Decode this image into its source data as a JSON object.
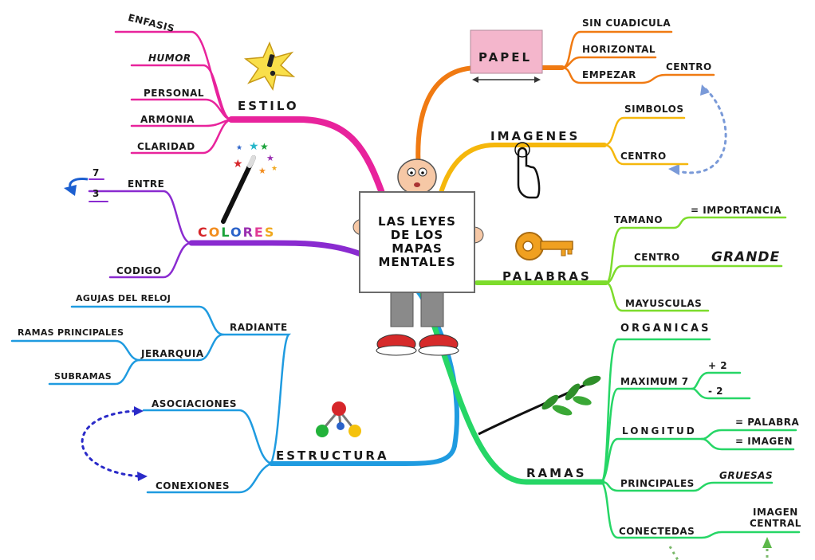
{
  "center": {
    "line1": "LAS LEYES",
    "line2": "DE LOS",
    "line3": "MAPAS",
    "line4": "MENTALES"
  },
  "estilo": {
    "title": "ESTILO",
    "items": [
      "ENFASIS",
      "HUMOR",
      "PERSONAL",
      "ARMONIA",
      "CLARIDAD"
    ]
  },
  "colores": {
    "title": "COLORES",
    "letters": [
      "C",
      "O",
      "L",
      "O",
      "R",
      "E",
      "S"
    ],
    "letter_colors": [
      "#d6262a",
      "#f28c1e",
      "#1aa23a",
      "#2a62c9",
      "#9a2fb0",
      "#e13a96",
      "#f0a81e"
    ],
    "items": [
      "ENTRE",
      "CODIGO"
    ],
    "entre_numbers": [
      "7",
      "3"
    ]
  },
  "estructura": {
    "title": "ESTRUCTURA",
    "radiante": "RADIANTE",
    "radiante_items": [
      "AGUJAS DEL RELOJ",
      "JERARQUIA"
    ],
    "jerarquia_items": [
      "RAMAS PRINCIPALES",
      "SUBRAMAS"
    ],
    "items": [
      "ASOCIACIONES",
      "CONEXIONES"
    ]
  },
  "papel": {
    "title": "PAPEL",
    "items": [
      "SIN CUADICULA",
      "HORIZONTAL",
      "EMPEZAR"
    ],
    "empezar_sub": "CENTRO"
  },
  "imagenes": {
    "title": "IMAGENES",
    "items": [
      "SIMBOLOS",
      "CENTRO"
    ]
  },
  "palabras": {
    "title": "PALABRAS",
    "items": [
      "TAMANO",
      "CENTRO",
      "MAYUSCULAS"
    ],
    "tamano_sub": "= IMPORTANCIA",
    "centro_sub": "GRANDE"
  },
  "ramas": {
    "title": "RAMAS",
    "items": [
      "ORGANICAS",
      "MAXIMUM 7",
      "LONGITUD",
      "PRINCIPALES",
      "CONECTEDAS"
    ],
    "maximum_sub": [
      "+ 2",
      "- 2"
    ],
    "longitud_sub": [
      "= PALABRA",
      "= IMAGEN"
    ],
    "principales_sub": "GRUESAS",
    "conectedas_sub_line1": "IMAGEN",
    "conectedas_sub_line2": "CENTRAL"
  },
  "colors": {
    "estilo": "#e8239c",
    "colores": "#8a2bd0",
    "estructura": "#1f9be0",
    "papel": "#f07a12",
    "imagenes": "#f5b70c",
    "palabras": "#7ddc2c",
    "ramas": "#26d666",
    "arrow": "#2a2ac8"
  },
  "icons": [
    "exclamation-star-icon",
    "magic-wand-icon",
    "molecule-icon",
    "paper-sheet-icon",
    "pointing-hand-icon",
    "key-icon",
    "olive-branch-icon",
    "cartoon-man-icon"
  ]
}
